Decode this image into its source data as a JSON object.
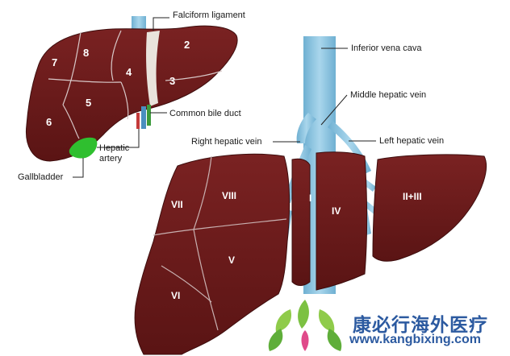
{
  "labels": {
    "falciform_ligament": "Falciform ligament",
    "common_bile_duct": "Common bile duct",
    "hepatic_artery_line1": "Hepatic",
    "hepatic_artery_line2": "artery",
    "gallbladder": "Gallbladder",
    "inferior_vena_cava": "Inferior vena cava",
    "middle_hepatic_vein": "Middle hepatic vein",
    "right_hepatic_vein": "Right hepatic vein",
    "left_hepatic_vein": "Left hepatic vein"
  },
  "small_liver_segments": [
    "2",
    "3",
    "4",
    "5",
    "6",
    "7",
    "8"
  ],
  "large_liver_segments": {
    "s7": "VII",
    "s8": "VIII",
    "s5": "V",
    "s6": "VI",
    "s1": "I",
    "s4": "IV",
    "s23": "II+III"
  },
  "watermark": {
    "text": "康必行海外医疗",
    "url": "www.kangbixing.com"
  },
  "colors": {
    "liver": "#6b1a1a",
    "vein": "#8fc3dd",
    "gallbladder": "#2fbf2f",
    "watermark": "#2c5aa0"
  }
}
